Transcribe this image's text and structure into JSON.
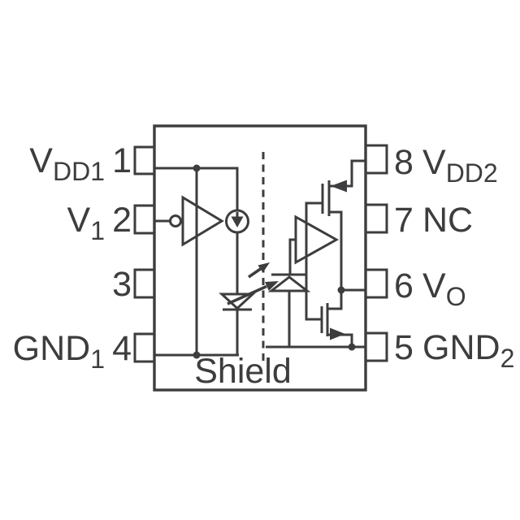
{
  "diagram": {
    "shield_label": "Shield",
    "pins_left": [
      {
        "number": "1",
        "name": "V",
        "sub": "DD1"
      },
      {
        "number": "2",
        "name": "V",
        "sub": "1"
      },
      {
        "number": "3",
        "name": "",
        "sub": ""
      },
      {
        "number": "4",
        "name": "GND",
        "sub": "1"
      }
    ],
    "pins_right": [
      {
        "number": "8",
        "name": "V",
        "sub": "DD2"
      },
      {
        "number": "7",
        "name": "NC",
        "sub": ""
      },
      {
        "number": "6",
        "name": "V",
        "sub": "O"
      },
      {
        "number": "5",
        "name": "GND",
        "sub": "2"
      }
    ],
    "colors": {
      "line": "#3d3d3f",
      "background": "#ffffff"
    }
  }
}
